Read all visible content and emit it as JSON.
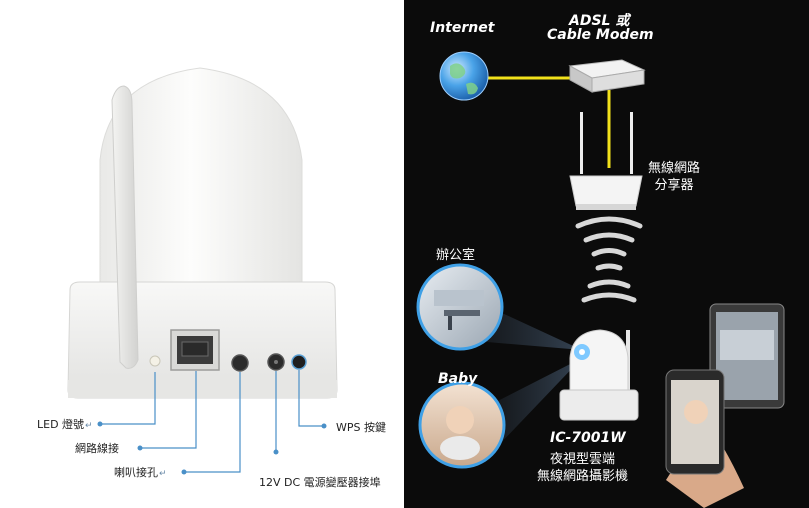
{
  "left_labels": {
    "led": "LED 燈號",
    "ethernet": "網路線接",
    "speaker": "喇叭接孔",
    "power": "12V DC 電源變壓器接埠",
    "wps": "WPS 按鍵",
    "return_mark": "↵"
  },
  "right_panel": {
    "internet": "Internet",
    "modem_line1": "ADSL 或",
    "modem_line2": "Cable Modem",
    "router_line1": "無線網路",
    "router_line2": "分享器",
    "office": "辦公室",
    "baby": "Baby",
    "model": "IC-7001W",
    "desc_line1": "夜視型雲端",
    "desc_line2": "無線網路攝影機"
  },
  "colors": {
    "panel_bg": "#0b0b0b",
    "cable_yellow": "#f2e21b",
    "callout_line": "#4a90c8"
  }
}
